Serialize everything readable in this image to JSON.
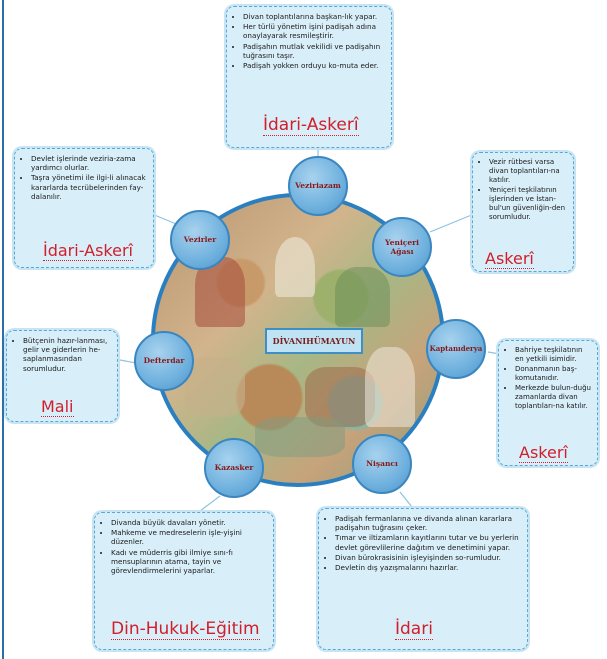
{
  "center": {
    "label": "DİVANIHÜMAYUN"
  },
  "nodes": [
    {
      "id": "veziriazam",
      "label": "Veziriazam"
    },
    {
      "id": "vezirler",
      "label": "Vezirler"
    },
    {
      "id": "yeniceri",
      "label": "Yeniçeri\nAğası"
    },
    {
      "id": "defterdar",
      "label": "Defterdar"
    },
    {
      "id": "kaptanideryа",
      "label": "Kaptanıderya"
    },
    {
      "id": "kazasker",
      "label": "Kazasker"
    },
    {
      "id": "nisanci",
      "label": "Nişancı"
    }
  ],
  "boxes": {
    "veziriazam": {
      "items": [
        "Divan toplantılarına başkan-lık yapar.",
        "Her türlü yönetim işini padişah adına onaylayarak resmileştirir.",
        "Padişahın mutlak vekilidi ve padişahın tuğrasını taşır.",
        "Padişah yokken orduyu ko-muta eder."
      ],
      "category": "İdari-Askerî"
    },
    "vezirler": {
      "items": [
        "Devlet işlerinde veziria-zama yardımcı olurlar.",
        "Taşra yönetimi ile ilgi-li alınacak kararlarda tecrübelerinden fay-dalanılır."
      ],
      "category": "İdari-Askerî"
    },
    "yeniceri": {
      "items": [
        "Vezir rütbesi varsa divan toplantıları-na katılır.",
        "Yeniçeri teşkilatının işlerinden ve İstan-bul'un güvenliğin-den sorumludur."
      ],
      "category": "Askerî"
    },
    "defterdar": {
      "items": [
        "Bütçenin hazır-lanması, gelir ve giderlerin he-saplanmasından sorumludur."
      ],
      "category": "Mali"
    },
    "kaptanideryа": {
      "items": [
        "Bahriye teşkilatının en yetkili isimidir.",
        "Donanmanın baş-komutanıdır.",
        "Merkezde bulun-duğu zamanlarda divan toplantıları-na katılır."
      ],
      "category": "Askerî"
    },
    "kazasker": {
      "items": [
        "Divanda büyük davaları yönetir.",
        "Mahkeme ve medreselerin işle-yişini düzenler.",
        "Kadı ve müderris gibi ilmiye sını-fı mensuplarının atama, tayin ve görevlendirmelerini yaparlar."
      ],
      "category": "Din-Hukuk-Eğitim"
    },
    "nisanci": {
      "items": [
        "Padişah fermanlarına ve divanda alınan kararlara padişahın tuğrasını çeker.",
        "Tımar ve iltizamların kayıtlarını tutar ve bu yerlerin devlet görevlilerine dağıtım ve denetimini yapar.",
        "Divan bürokrasisinin işleyişinden so-rumludur.",
        "Devletin dış yazışmalarını hazırlar."
      ],
      "category": "İdari"
    }
  }
}
